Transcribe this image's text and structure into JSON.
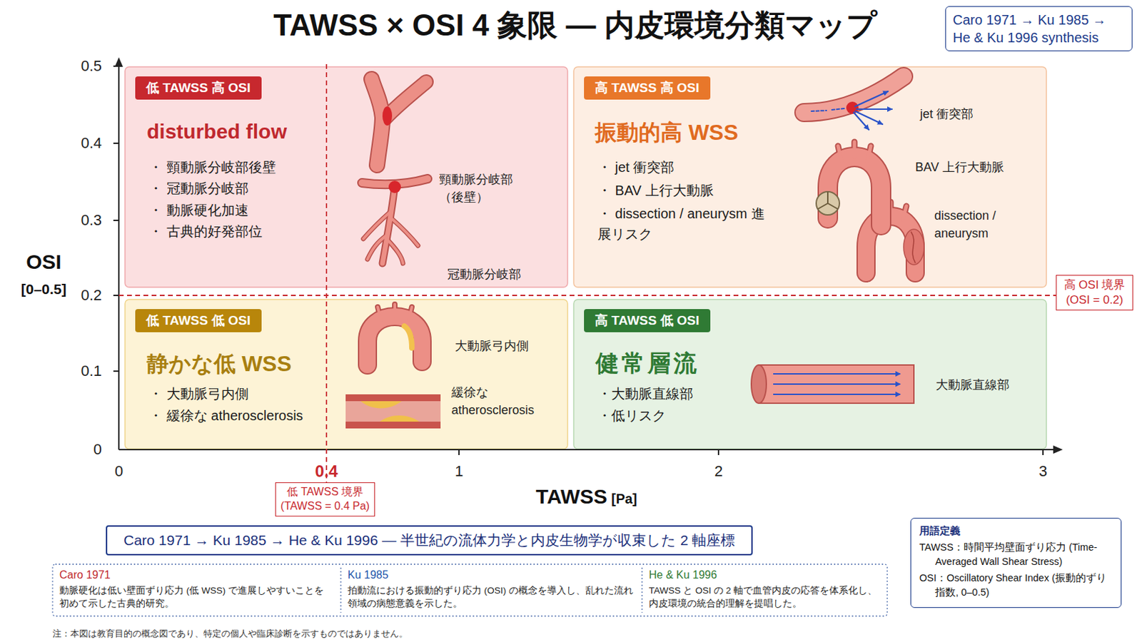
{
  "diagram": {
    "title": "TAWSS × OSI 4 象限 — 内皮環境分類マップ",
    "nodes": [
      {
        "text": [
          "Caro 1971 → Ku 1985 → He & Ku 1996 synthesis"
        ]
      },
      {
        "text": [
          "disturbed flow",
          "・ 頸動脈分岐部後壁",
          "・ 冠動脈分岐部",
          "・ 動脈硬化加速",
          "・ 古典的好発部位",
          "頸動脈分岐部 （後壁）",
          "冠動脈分岐部"
        ]
      },
      {
        "text": [
          "低 TAWSS 高 OSI"
        ],
        "in": 1
      },
      {
        "text": [
          "振動的高 WSS",
          "・ jet 衝突部",
          "・ BAV 上行大動脈",
          "・ dissection / aneurysm 進展リスク",
          "jet 衝突部",
          "BAV 上行大動脈",
          "dissection / aneurysm"
        ]
      },
      {
        "text": [
          "高 TAWSS 高 OSI"
        ],
        "in": 3
      },
      {
        "text": [
          "静かな低 WSS",
          "・ 大動脈弓内側",
          "・ 緩徐な atherosclerosis",
          "大動脈弓内側",
          "緩徐な atherosclerosis"
        ]
      },
      {
        "text": [
          "低 TAWSS 低 OSI"
        ],
        "in": 5
      },
      {
        "text": [
          "健常層流",
          "・大動脈直線部",
          "・低リスク",
          "大動脈直線部"
        ]
      },
      {
        "text": [
          "高 TAWSS 低 OSI"
        ],
        "in": 7
      },
      {
        "text": [
          "高 OSI 境界 (OSI = 0.2)"
        ]
      },
      {
        "text": [
          "低 TAWSS 境界 (TAWSS = 0.4 Pa)"
        ]
      },
      {
        "text": [
          "Caro 1971 → Ku 1985 → He & Ku 1996 — 半世紀の流体力学と内皮生物学が収束した 2 軸座標"
        ]
      },
      {
        "text": [
          "Caro 1971",
          "動脈硬化は低い壁面ずり応力 (低 WSS) で進展しやすいことを初めて示した古典的研究。"
        ]
      },
      {
        "text": [
          "Ku 1985",
          "拍動流における振動的ずり応力 (OSI) の概念を導入し、乱れた流れ領域の病態意義を示した。"
        ]
      },
      {
        "text": [
          "He & Ku 1996",
          "TAWSS と OSI の 2 軸で血管内皮の応答を体系化し、内皮環境の統合的理解を提唱した。"
        ]
      },
      {
        "text": [
          "用語定義",
          "TAWSS：時間平均壁面ずり応力 (Time-Averaged Wall Shear Stress)",
          "OSI：Oscillatory Shear Index (振動的ずり指数, 0–0.5)"
        ]
      }
    ],
    "labels": [
      "0.5",
      "0.4",
      "0.3",
      "0.2",
      "0.1",
      "0",
      "0",
      "0.4",
      "1",
      "2",
      "3",
      "OSI",
      "[0–0.5]",
      "TAWSS",
      "[Pa]",
      "注：本図は教育目的の概念図であり、特定の個人や臨床診断を示すものではありません。"
    ]
  }
}
